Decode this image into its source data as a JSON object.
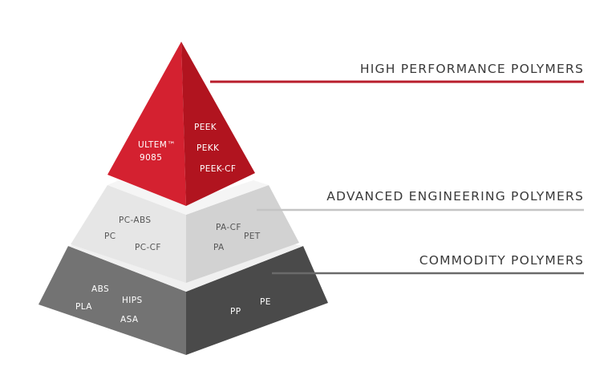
{
  "tiers": [
    {
      "id": "high",
      "label": "HIGH PERFORMANCE POLYMERS",
      "line_color": "#b81d2b",
      "left_face_color": "#d42130",
      "right_face_color": "#b1141f",
      "left_materials": [
        "ULTEM™",
        "9085"
      ],
      "right_materials": [
        "PEEK",
        "PEKK",
        "PEEK-CF"
      ]
    },
    {
      "id": "advanced",
      "label": "ADVANCED ENGINEERING POLYMERS",
      "line_color": "#c4c4c4",
      "left_face_color": "#e6e6e6",
      "right_face_color": "#d2d2d2",
      "left_materials": [
        "PC-ABS",
        "PC",
        "PC-CF"
      ],
      "right_materials": [
        "PA-CF",
        "PA",
        "PET"
      ]
    },
    {
      "id": "commodity",
      "label": "COMMODITY POLYMERS",
      "line_color": "#6a6a6a",
      "left_face_color": "#737373",
      "right_face_color": "#4a4a4a",
      "left_materials": [
        "ABS",
        "HIPS",
        "PLA",
        "ASA"
      ],
      "right_materials": [
        "PP",
        "PE"
      ]
    }
  ]
}
